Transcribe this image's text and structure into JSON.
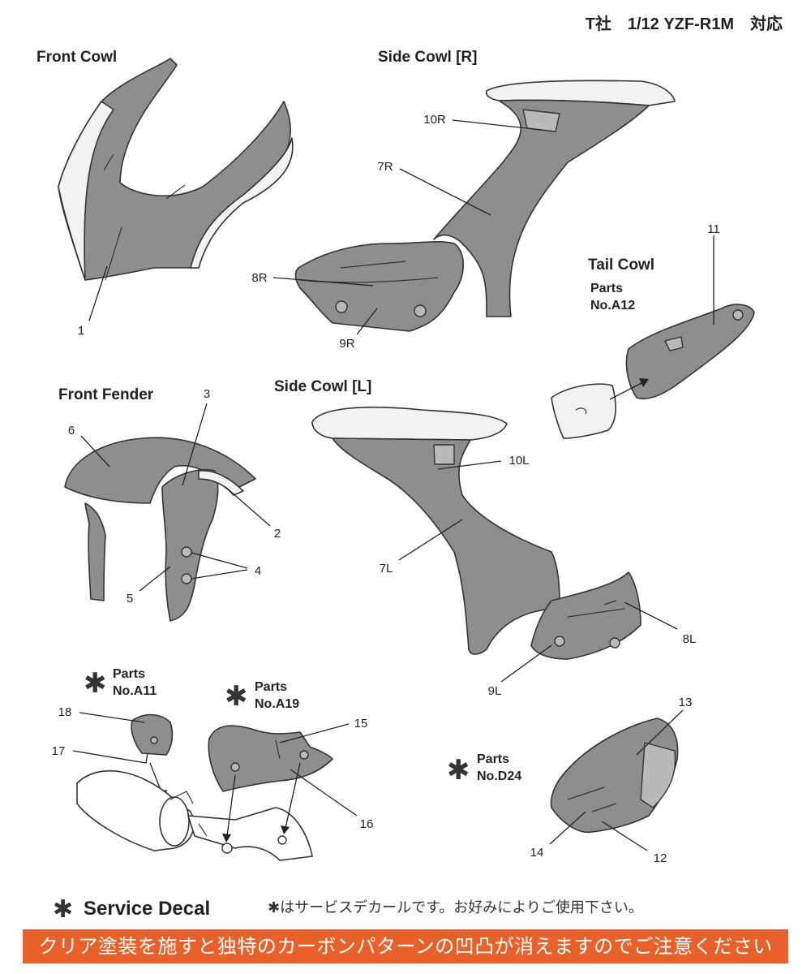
{
  "header": {
    "title": "T社　1/12 YZF-R1M　対応"
  },
  "sections": {
    "front_cowl": "Front Cowl",
    "side_cowl_r": "Side Cowl [R]",
    "tail_cowl": "Tail Cowl",
    "tail_parts": "Parts",
    "tail_parts_no": "No.A12",
    "front_fender": "Front Fender",
    "side_cowl_l": "Side Cowl [L]",
    "a11_parts": "Parts",
    "a11_no": "No.A11",
    "a19_parts": "Parts",
    "a19_no": "No.A19",
    "d24_parts": "Parts",
    "d24_no": "No.D24"
  },
  "labels": {
    "l1": "1",
    "l2": "2",
    "l3": "3",
    "l4": "4",
    "l5": "5",
    "l6": "6",
    "l7r": "7R",
    "l8r": "8R",
    "l9r": "9R",
    "l10r": "10R",
    "l7l": "7L",
    "l8l": "8L",
    "l9l": "9L",
    "l10l": "10L",
    "l11": "11",
    "l12": "12",
    "l13": "13",
    "l14": "14",
    "l15": "15",
    "l16": "16",
    "l17": "17",
    "l18": "18"
  },
  "legend": {
    "asterisk": "✱",
    "service_decal": "Service Decal",
    "note": "✱はサービスデカールです。お好みによりご使用下さい。"
  },
  "footer": {
    "warning": "クリア塗装を施すと独特のカーボンパターンの凹凸が消えますのでご注意ください",
    "color": "#e8602a"
  }
}
